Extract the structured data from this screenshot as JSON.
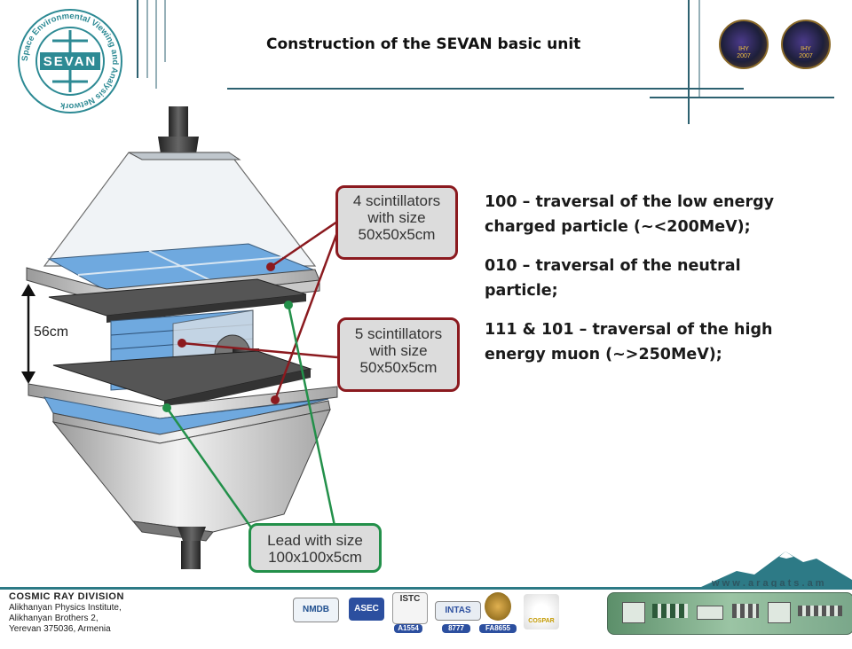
{
  "title": "Construction of the SEVAN basic unit",
  "logo": {
    "name": "SEVAN",
    "ring_text": "Space Environmental Viewing and Analysis Network"
  },
  "badges": [
    {
      "top": "IHY",
      "bottom": "2007"
    },
    {
      "top": "IHY",
      "bottom": "2007"
    }
  ],
  "callouts": {
    "top_scint": [
      "4 scintillators",
      "with size",
      "50x50x5cm"
    ],
    "mid_scint": [
      "5 scintillators",
      "with size",
      "50x50x5cm"
    ],
    "lead": [
      "Lead with size",
      "100x100x5cm"
    ]
  },
  "dimension_label": "56cm",
  "bullets": [
    "100 – traversal of the low energy charged particle (~<200MeV);",
    "010 – traversal of the neutral particle;",
    "111 & 101 – traversal of the high energy muon (~>250MeV);"
  ],
  "footer": {
    "division": "COSMIC RAY DIVISION",
    "address": [
      "Alikhanyan Physics Institute,",
      "Alikhanyan Brothers 2,",
      "Yerevan 375036, Armenia"
    ],
    "website": "w w w . a r a g a t s . a m",
    "partner_logos": [
      "NMDB",
      "ASEC",
      "ISTC",
      "INTAS",
      "A1554",
      "8777",
      "FA8655",
      "COSPAR"
    ]
  },
  "colors": {
    "accent_teal": "#2d7a86",
    "callout_red": "#8b1a1f",
    "callout_green": "#23904a",
    "scint_blue": "#6fa9df"
  }
}
